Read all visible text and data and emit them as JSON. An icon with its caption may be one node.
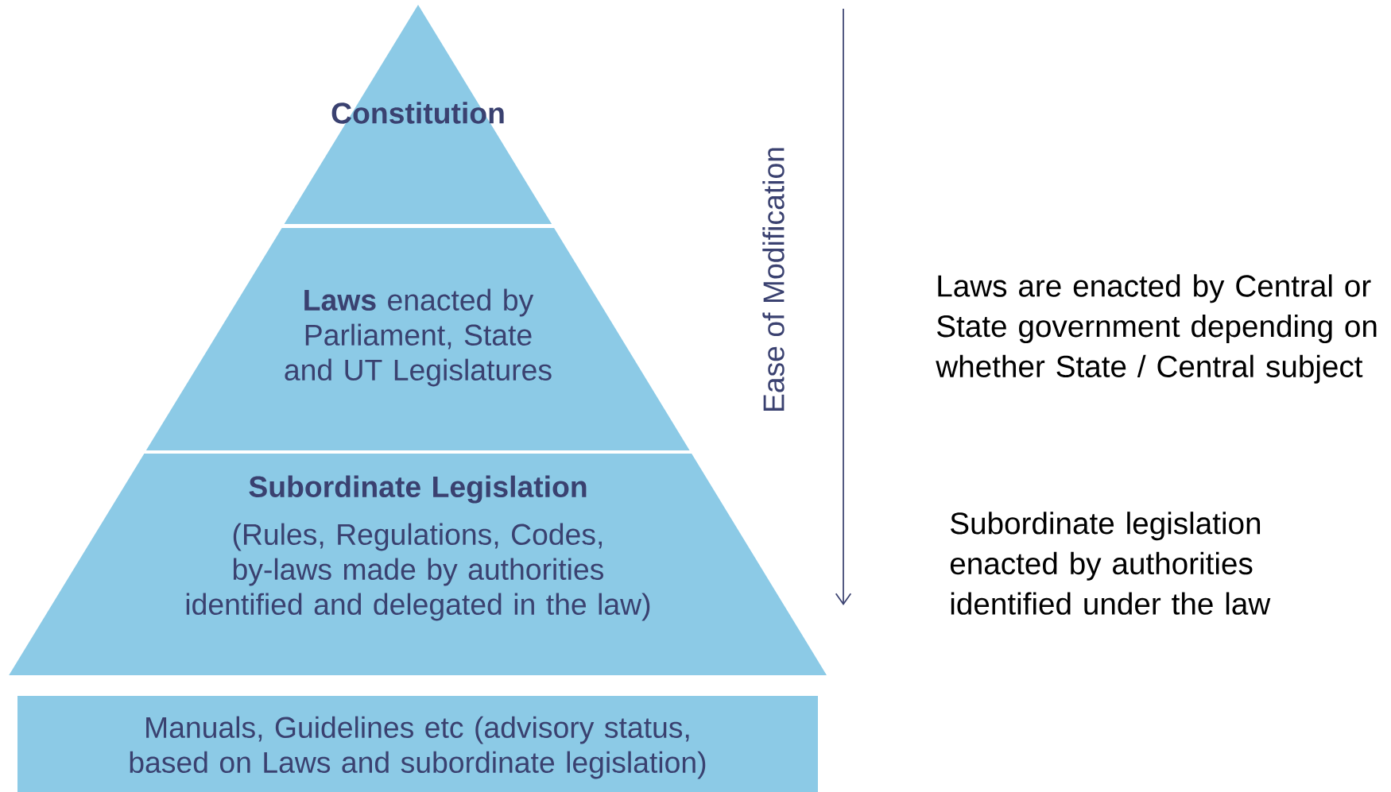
{
  "diagram": {
    "nodes": [
      {
        "text": [
          "Constitution"
        ]
      },
      {
        "text": [
          "**Laws** enacted by Parliament, State and UT Legislatures"
        ]
      },
      {
        "text": [
          "Subordinate Legislation",
          "(Rules, Regulations, Codes, by-laws made by authorities identified and delegated in the law)"
        ]
      },
      {
        "text": [
          "Manuals, Guidelines etc (advisory status, based on Laws and subordinate legislation)"
        ]
      }
    ],
    "labels": [
      "Ease of Modification",
      "Laws are enacted by Central or State government depending on whether State / Central subject",
      "Subordinate legislation enacted by authorities identified under the law"
    ]
  }
}
